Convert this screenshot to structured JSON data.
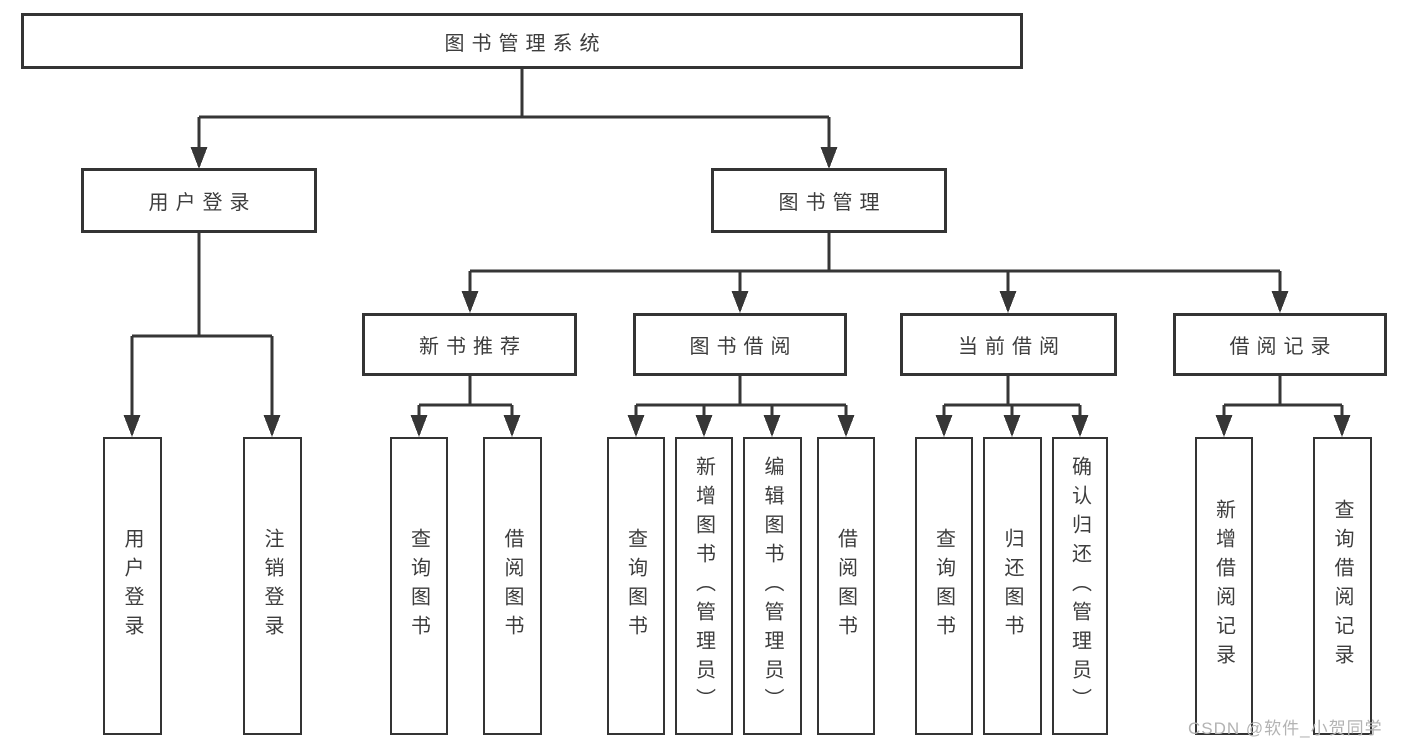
{
  "tree": {
    "label": "图书管理系统",
    "children": [
      {
        "label": "用户登录",
        "children": [
          {
            "label": "用户登录"
          },
          {
            "label": "注销登录"
          }
        ]
      },
      {
        "label": "图书管理",
        "children": [
          {
            "label": "新书推荐",
            "children": [
              {
                "label": "查询图书"
              },
              {
                "label": "借阅图书"
              }
            ]
          },
          {
            "label": "图书借阅",
            "children": [
              {
                "label": "查询图书"
              },
              {
                "label": "新增图书（管理员）"
              },
              {
                "label": "编辑图书（管理员）"
              },
              {
                "label": "借阅图书"
              }
            ]
          },
          {
            "label": "当前借阅",
            "children": [
              {
                "label": "查询图书"
              },
              {
                "label": "归还图书"
              },
              {
                "label": "确认归还（管理员）"
              }
            ]
          },
          {
            "label": "借阅记录",
            "children": [
              {
                "label": "新增借阅记录"
              },
              {
                "label": "查询借阅记录"
              }
            ]
          }
        ]
      }
    ]
  },
  "watermark": "CSDN @软件_小贺同学",
  "colors": {
    "line": "#363636",
    "box_border": "#343434",
    "box_fill": "#ffffff",
    "text": "#3d3d3d",
    "watermark": "#b3b3b3",
    "background": "#ffffff"
  }
}
